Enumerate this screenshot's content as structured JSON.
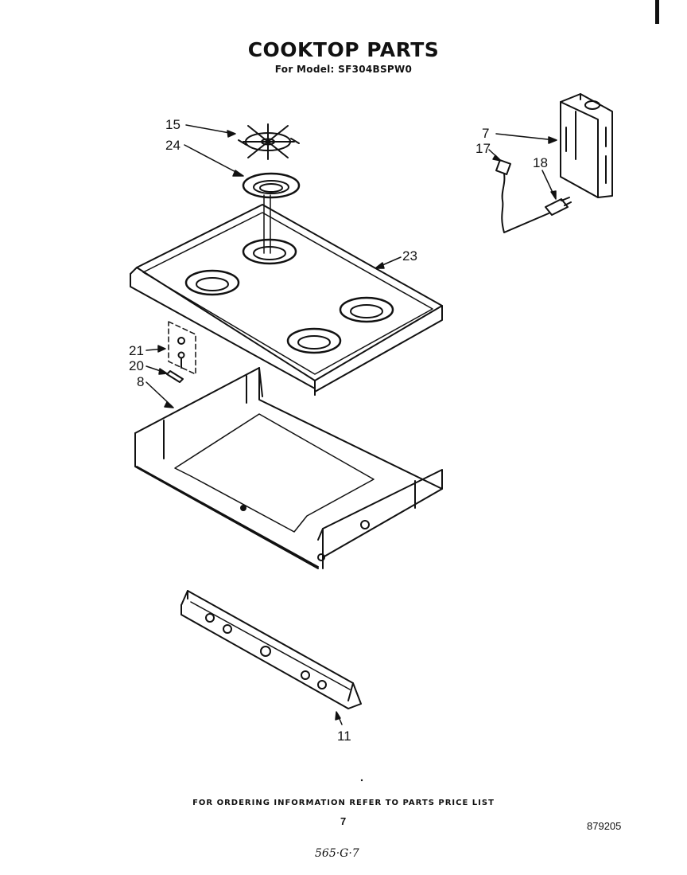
{
  "header": {
    "title": "COOKTOP PARTS",
    "subtitle": "For Model: SF304BSPW0"
  },
  "callouts": [
    {
      "id": "c15",
      "label": "15"
    },
    {
      "id": "c24",
      "label": "24"
    },
    {
      "id": "c23",
      "label": "23"
    },
    {
      "id": "c21",
      "label": "21"
    },
    {
      "id": "c20",
      "label": "20"
    },
    {
      "id": "c8",
      "label": "8"
    },
    {
      "id": "c7",
      "label": "7"
    },
    {
      "id": "c17",
      "label": "17"
    },
    {
      "id": "c18",
      "label": "18"
    },
    {
      "id": "c11",
      "label": "11"
    }
  ],
  "footer": {
    "ordering_note": "FOR ORDERING INFORMATION REFER TO PARTS PRICE LIST",
    "page_number": "7",
    "document_number": "879205",
    "handwritten_note": "565·G·7"
  },
  "colors": {
    "ink": "#111111",
    "paper": "#ffffff"
  }
}
